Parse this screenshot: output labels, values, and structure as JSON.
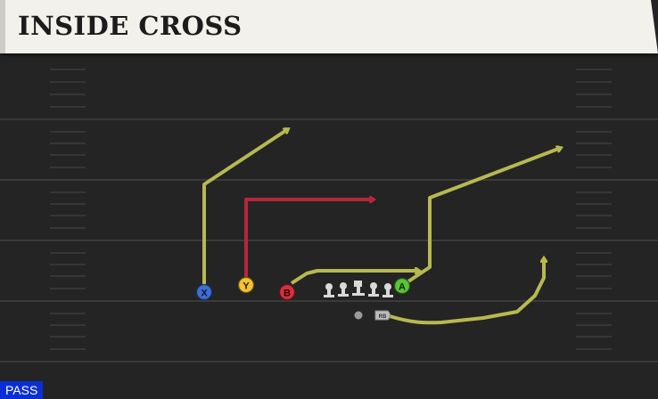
{
  "play": {
    "title": "INSIDE CROSS",
    "mode": "PASS"
  },
  "players": [
    {
      "id": "X",
      "label": "X",
      "color": "#3d6fd6",
      "role": "receiver"
    },
    {
      "id": "Y",
      "label": "Y",
      "color": "#f2c230",
      "role": "receiver"
    },
    {
      "id": "B",
      "label": "B",
      "color": "#d7303c",
      "role": "receiver"
    },
    {
      "id": "A",
      "label": "A",
      "color": "#58c436",
      "role": "receiver"
    },
    {
      "id": "RB",
      "label": "RB",
      "color": "#bdbdbd",
      "role": "running-back"
    }
  ],
  "colors": {
    "route_primary": "#b8b851",
    "route_hot": "#b3273b",
    "field": "#242424",
    "yard_line": "#3a3a3a",
    "title_bg": "#f3f1ec",
    "badge_bg": "#0a2fd8"
  }
}
